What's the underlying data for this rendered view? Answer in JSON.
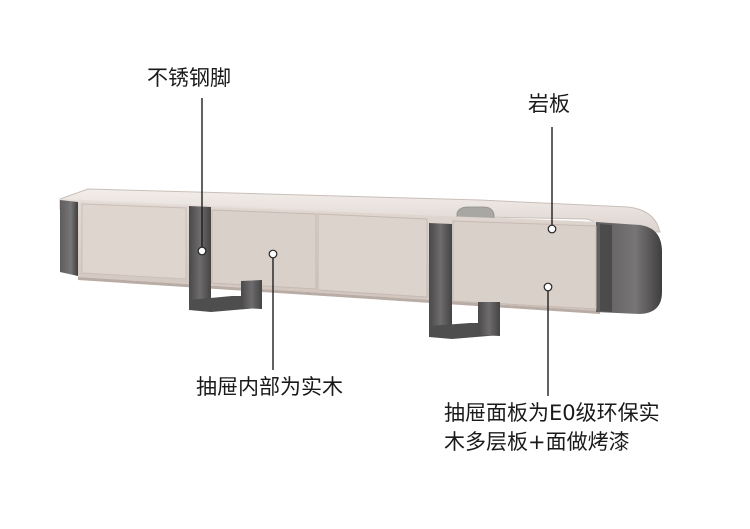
{
  "labels": {
    "legs": "不锈钢脚",
    "top": "岩板",
    "drawer_interior": "抽屉内部为实木",
    "drawer_panel_line1": "抽屉面板为E0级环保实",
    "drawer_panel_line2": "木多层板+面做烤漆"
  },
  "colors": {
    "cabinet_body": "#d9cdc6",
    "slab_top": "#ede7e3",
    "metal": "#5b5a5b",
    "background": "#ffffff"
  }
}
